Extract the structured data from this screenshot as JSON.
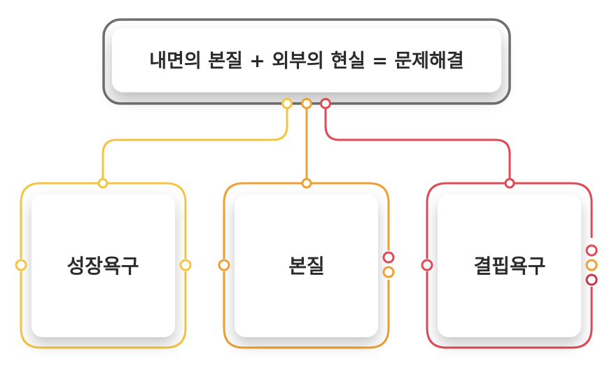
{
  "title": "내면의 본질 + 외부의 현실 = 문제해결",
  "boxes": [
    {
      "label": "성장욕구",
      "color": "#f5c542"
    },
    {
      "label": "본질",
      "color": "#f0a032"
    },
    {
      "label": "결핍욕구",
      "color": "#e04a56"
    }
  ],
  "colors": {
    "frame": "#6f6f6f",
    "yellow": "#f5c542",
    "orange": "#f0a032",
    "red": "#e04a56"
  }
}
